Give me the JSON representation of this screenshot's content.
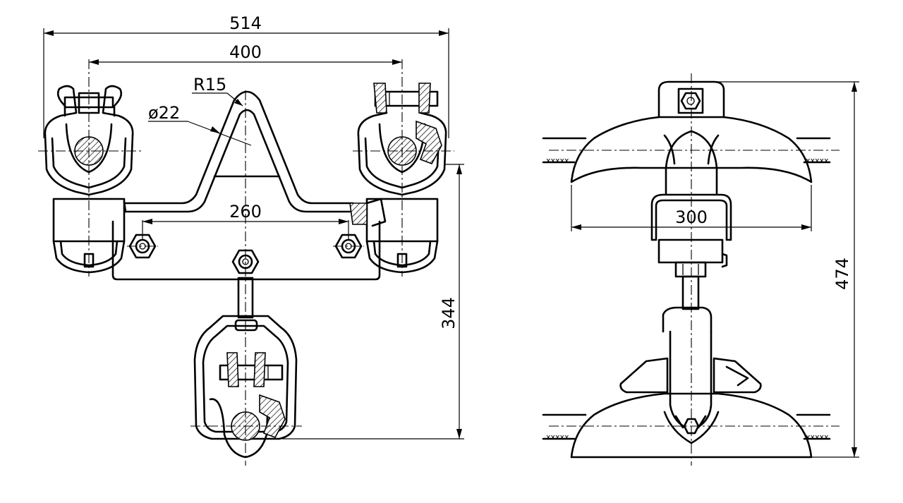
{
  "drawing": {
    "dimensions": {
      "overall_width": "514",
      "clamp_spacing": "400",
      "bolt_spacing": "260",
      "bend_radius": "R15",
      "rod_diameter": "ø22",
      "height_front": "344",
      "side_width": "300",
      "height_side": "474"
    },
    "cable_marks": "xxxxx"
  }
}
